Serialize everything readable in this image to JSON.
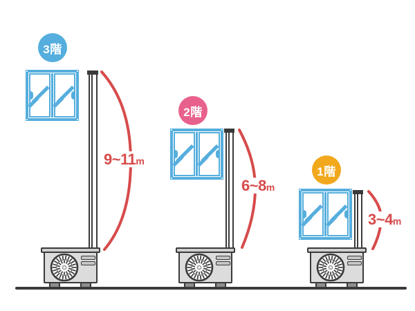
{
  "diagram": {
    "floors": [
      {
        "badge": "3階",
        "badge_color": "#55AEDD",
        "height_range": "9~11",
        "unit": "m"
      },
      {
        "badge": "2階",
        "badge_color": "#E8618C",
        "height_range": "6~8",
        "unit": "m"
      },
      {
        "badge": "1階",
        "badge_color": "#F1A81D",
        "height_range": "3~4",
        "unit": "m"
      }
    ],
    "colors": {
      "measure_red": "#D74B4B",
      "window_blue": "#55AEDD",
      "outline_dark": "#3A3A3A",
      "unit_body_gray": "#DCDCDC",
      "unit_cap_gray": "#CFCFCF",
      "vent_slat_gray": "#C6C6C6",
      "unit_foot_gray": "#8E8E8E",
      "background": "#FFFFFF"
    },
    "icons": [
      "window-icon",
      "refrigerant-pipe",
      "measurement-arc",
      "outdoor-unit-icon",
      "fan-icon"
    ]
  }
}
